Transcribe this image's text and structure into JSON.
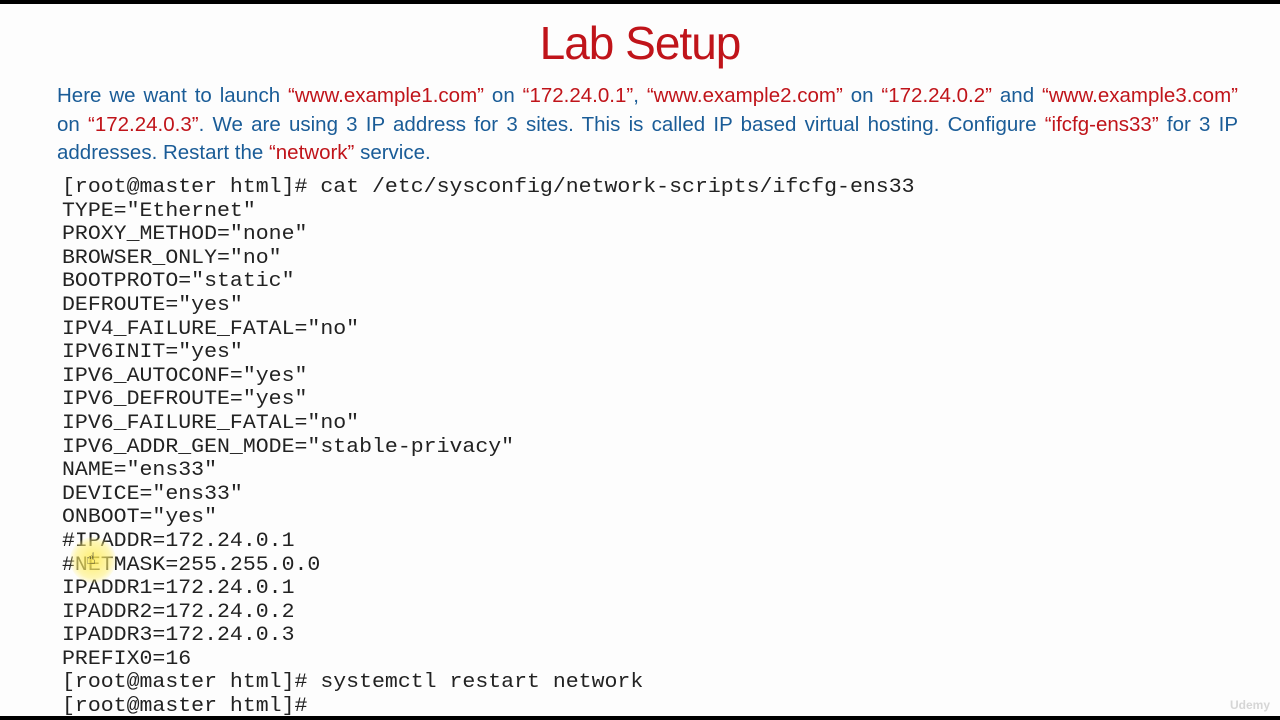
{
  "slide": {
    "title": "Lab Setup",
    "intro": {
      "segments": [
        {
          "text": "Here we want to launch ",
          "hl": false
        },
        {
          "text": "“www.example1.com”",
          "hl": true
        },
        {
          "text": " on ",
          "hl": false
        },
        {
          "text": "“172.24.0.1”",
          "hl": true
        },
        {
          "text": ", ",
          "hl": false
        },
        {
          "text": "“www.example2.com”",
          "hl": true
        },
        {
          "text": " on ",
          "hl": false
        },
        {
          "text": "“172.24.0.2”",
          "hl": true
        },
        {
          "text": " and ",
          "hl": false
        },
        {
          "text": "“www.example3.com”",
          "hl": true
        },
        {
          "text": " on ",
          "hl": false
        },
        {
          "text": "“172.24.0.3”",
          "hl": true
        },
        {
          "text": ". We are using 3 IP address for 3 sites. This is called IP based virtual hosting. Configure ",
          "hl": false
        },
        {
          "text": "“ifcfg-ens33”",
          "hl": true
        },
        {
          "text": " for 3 IP addresses. Restart the ",
          "hl": false
        },
        {
          "text": "“network”",
          "hl": true
        },
        {
          "text": " service.",
          "hl": false
        }
      ]
    },
    "colors": {
      "title": "#c0141a",
      "body": "#1a5c97",
      "highlight": "#c0141a",
      "terminal_text": "#222222"
    }
  },
  "terminal": {
    "lines": [
      "[root@master html]# cat /etc/sysconfig/network-scripts/ifcfg-ens33",
      "TYPE=\"Ethernet\"",
      "PROXY_METHOD=\"none\"",
      "BROWSER_ONLY=\"no\"",
      "BOOTPROTO=\"static\"",
      "DEFROUTE=\"yes\"",
      "IPV4_FAILURE_FATAL=\"no\"",
      "IPV6INIT=\"yes\"",
      "IPV6_AUTOCONF=\"yes\"",
      "IPV6_DEFROUTE=\"yes\"",
      "IPV6_FAILURE_FATAL=\"no\"",
      "IPV6_ADDR_GEN_MODE=\"stable-privacy\"",
      "NAME=\"ens33\"",
      "DEVICE=\"ens33\"",
      "ONBOOT=\"yes\"",
      "#IPADDR=172.24.0.1",
      "#NETMASK=255.255.0.0",
      "IPADDR1=172.24.0.1",
      "IPADDR2=172.24.0.2",
      "IPADDR3=172.24.0.3",
      "PREFIX0=16",
      "[root@master html]# systemctl restart network",
      "[root@master html]#"
    ]
  },
  "overlay": {
    "cursor_icon": "hand-pointer-icon",
    "watermark": "Udemy"
  }
}
